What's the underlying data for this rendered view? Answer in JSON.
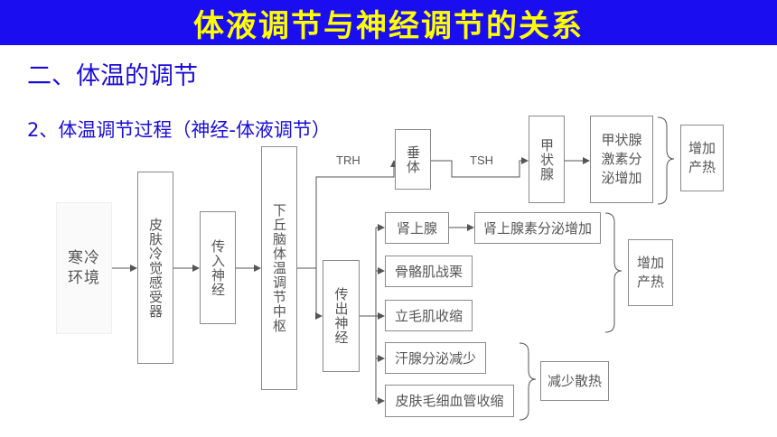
{
  "slide": {
    "title": "体液调节与神经调节的关系",
    "section": "二、体温的调节",
    "subsection": "2、体温调节过程（神经-体液调节）"
  },
  "diagram": {
    "stimulus": "寒冷环境",
    "receptor": "皮肤冷觉感受器",
    "afferent": "传入神经",
    "center": "下丘脑体温调节中枢",
    "efferent": "传出神经",
    "trh_label": "TRH",
    "tsh_label": "TSH",
    "pituitary": "垂体",
    "thyroid": "甲状腺",
    "thyroid_hormone": "甲状腺激素分泌增加",
    "adrenal": "肾上腺",
    "adrenaline": "肾上腺素分泌增加",
    "shiver": "骨骼肌战栗",
    "erector": "立毛肌收缩",
    "sweat": "汗腺分泌减少",
    "vessel": "皮肤毛细血管收缩",
    "heat_gain_top": "增加产热",
    "heat_gain_mid": "增加产热",
    "heat_loss": "减少散热"
  }
}
